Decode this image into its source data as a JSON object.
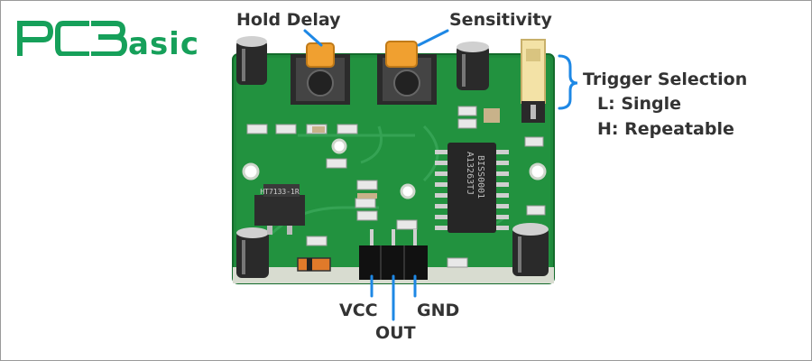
{
  "brand": {
    "name": "PCBasic",
    "color": "#16a05a"
  },
  "labels": {
    "hold_delay": "Hold Delay",
    "sensitivity": "Sensitivity",
    "trigger_title": "Trigger Selection",
    "trigger_l": "L: Single",
    "trigger_h": "H: Repeatable",
    "vcc": "VCC",
    "out": "OUT",
    "gnd": "GND"
  },
  "chip": {
    "line1": "BISS0001",
    "line2": "A13263TJ"
  },
  "regulator": {
    "text": "HT7133-1R"
  },
  "colors": {
    "pcb": "#1f8a3c",
    "arrow": "#1e88e5",
    "label": "#333333",
    "pot": "#f0a030"
  }
}
